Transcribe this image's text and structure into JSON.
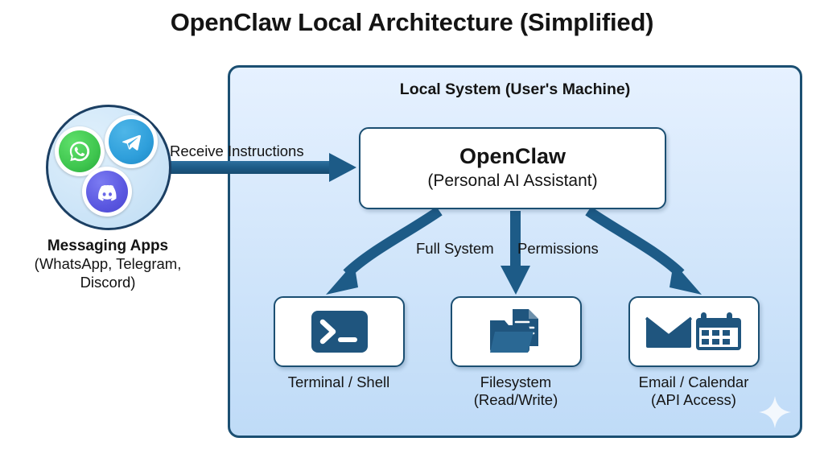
{
  "page_title": "OpenClaw Local Architecture (Simplified)",
  "colors": {
    "panel_border": "#1b4f72",
    "panel_fill_top": "#e6f1ff",
    "panel_fill_bottom": "#bfdbf7",
    "arrow": "#1d5b87",
    "node_fill": "#ffffff",
    "text": "#141414",
    "whatsapp_green": "#3fc64f",
    "telegram_blue": "#2f9fdb",
    "discord_purple": "#5a57e0",
    "icon_blue": "#1f557e"
  },
  "local_system": {
    "title": "Local System (User's Machine)",
    "sparkle_icon": "sparkle-icon"
  },
  "messaging": {
    "cluster_icon": "messaging-apps-cluster-icon",
    "apps": [
      {
        "name": "whatsapp",
        "icon": "whatsapp-icon"
      },
      {
        "name": "telegram",
        "icon": "telegram-icon"
      },
      {
        "name": "discord",
        "icon": "discord-icon"
      }
    ],
    "label_title": "Messaging Apps",
    "label_sub_line1": "(WhatsApp, Telegram,",
    "label_sub_line2": "Discord)"
  },
  "connectors": {
    "receive_instructions": "Receive Instructions",
    "permissions_left": "Full System",
    "permissions_right": "Permissions"
  },
  "openclaw": {
    "title": "OpenClaw",
    "subtitle": "(Personal AI Assistant)"
  },
  "capabilities": [
    {
      "id": "terminal",
      "icon": "terminal-icon",
      "label_line1": "Terminal / Shell",
      "label_line2": ""
    },
    {
      "id": "filesystem",
      "icon": "folder-document-icon",
      "label_line1": "Filesystem",
      "label_line2": "(Read/Write)"
    },
    {
      "id": "email",
      "icon": "envelope-calendar-icon",
      "label_line1": "Email / Calendar",
      "label_line2": "(API Access)"
    }
  ]
}
